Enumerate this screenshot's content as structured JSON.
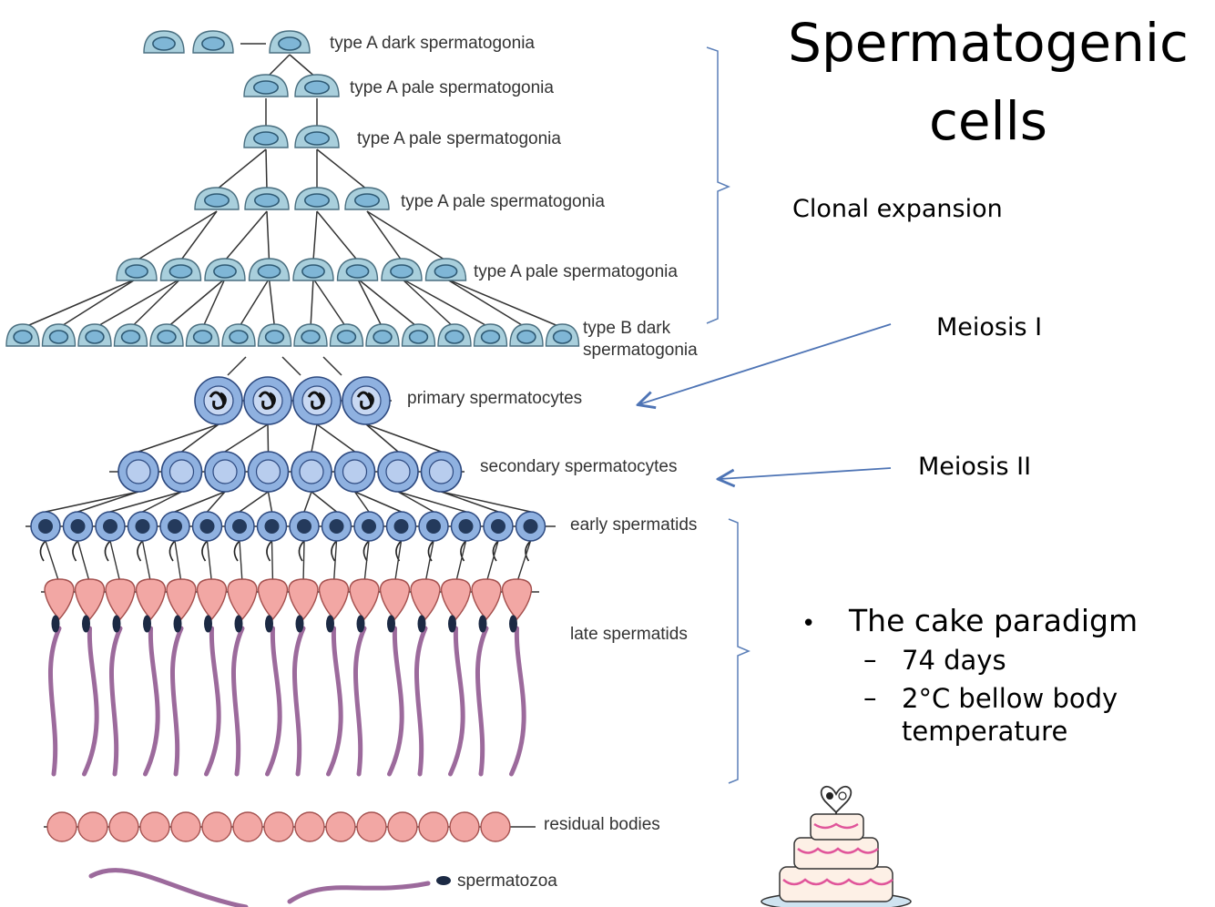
{
  "title": {
    "line1": "Spermatogenic",
    "line2": "cells"
  },
  "notes": {
    "clonal": "Clonal expansion",
    "meiosis1": "Meiosis I",
    "meiosis2": "Meiosis II"
  },
  "bullet": {
    "main": "The cake paradigm",
    "sub1": "74 days",
    "sub2": "2°C bellow body temperature"
  },
  "labels": {
    "a_dark": "type A dark spermatogonia",
    "a_pale": "type A pale spermatogonia",
    "b_dark_1": "type B dark",
    "b_dark_2": "spermatogonia",
    "primary": "primary spermatocytes",
    "secondary": "secondary spermatocytes",
    "early": "early spermatids",
    "late": "late spermatids",
    "residual": "residual bodies",
    "spermatozoa": "spermatozoa"
  },
  "colors": {
    "spermatogonia": "#a9cfdc",
    "spermatocytes": "#8fb1e0",
    "late_spermatids": "#f2a7a4",
    "tail": "#9c6a9c",
    "bracket": "#5b7fb8",
    "arrow": "#4e74b5"
  }
}
